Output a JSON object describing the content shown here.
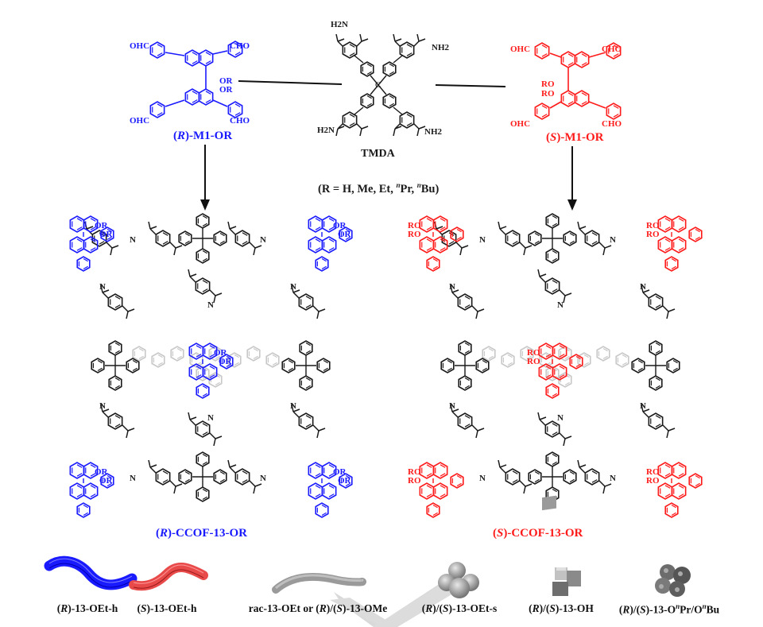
{
  "colors": {
    "r_enantiomer": "#1a1aff",
    "s_enantiomer": "#ff1a1a",
    "linker": "#1a1a1a",
    "background_layer": "#c8c8c8",
    "watermark": "#d9d9d9"
  },
  "monomers": {
    "r_monomer": {
      "label_prefix": "(",
      "label_stereo": "R",
      "label_suffix": ")-M1-OR",
      "groups": [
        "OHC",
        "CHO",
        "OHC",
        "CHO",
        "OR",
        "OR"
      ]
    },
    "linker": {
      "label": "TMDA",
      "center_atom": "C",
      "amines": [
        "H2N",
        "NH2",
        "H2N",
        "NH2"
      ]
    },
    "s_monomer": {
      "label_prefix": "(",
      "label_stereo": "S",
      "label_suffix": ")-M1-OR",
      "groups": [
        "OHC",
        "CHO",
        "OHC",
        "CHO",
        "RO",
        "RO"
      ]
    }
  },
  "substituents_note": {
    "prefix": "(R = H, Me, Et, ",
    "npr_sup": "n",
    "npr": "Pr, ",
    "nbu_sup": "n",
    "nbu": "Bu)"
  },
  "frameworks": {
    "r_framework": {
      "label_prefix": "(",
      "label_stereo": "R",
      "label_suffix": ")-CCOF-13-OR",
      "substituent": "OR",
      "imine": "N"
    },
    "s_framework": {
      "label_prefix": "(",
      "label_stereo": "S",
      "label_suffix": ")-CCOF-13-OR",
      "substituent": "RO",
      "imine": "N"
    }
  },
  "morphologies": [
    {
      "icon": "blue-helical-fiber-icon",
      "parts": [
        {
          "t": "("
        },
        {
          "t": "R",
          "i": true
        },
        {
          "t": ")-13-OEt-h"
        }
      ]
    },
    {
      "icon": "red-helical-fiber-icon",
      "parts": [
        {
          "t": "("
        },
        {
          "t": "S",
          "i": true
        },
        {
          "t": ")-13-OEt-h"
        }
      ]
    },
    {
      "icon": "gray-rod-icon",
      "parts": [
        {
          "t": "rac-13-OEt or ("
        },
        {
          "t": "R",
          "i": true
        },
        {
          "t": ")/("
        },
        {
          "t": "S",
          "i": true
        },
        {
          "t": ")-13-OMe"
        }
      ]
    },
    {
      "icon": "sphere-cluster-icon",
      "parts": [
        {
          "t": "("
        },
        {
          "t": "R",
          "i": true
        },
        {
          "t": ")/("
        },
        {
          "t": "S",
          "i": true
        },
        {
          "t": ")-13-OEt-s"
        }
      ]
    },
    {
      "icon": "cube-cluster-icon",
      "parts": [
        {
          "t": "("
        },
        {
          "t": "R",
          "i": true
        },
        {
          "t": ")/("
        },
        {
          "t": "S",
          "i": true
        },
        {
          "t": ")-13-OH"
        }
      ]
    },
    {
      "icon": "porous-particle-icon",
      "parts": [
        {
          "t": "("
        },
        {
          "t": "R",
          "i": true
        },
        {
          "t": ")/("
        },
        {
          "t": "S",
          "i": true
        },
        {
          "t": ")-13-O"
        },
        {
          "t": "n",
          "sup": true,
          "i": true
        },
        {
          "t": "Pr/O"
        },
        {
          "t": "n",
          "sup": true,
          "i": true
        },
        {
          "t": "Bu"
        }
      ]
    }
  ]
}
